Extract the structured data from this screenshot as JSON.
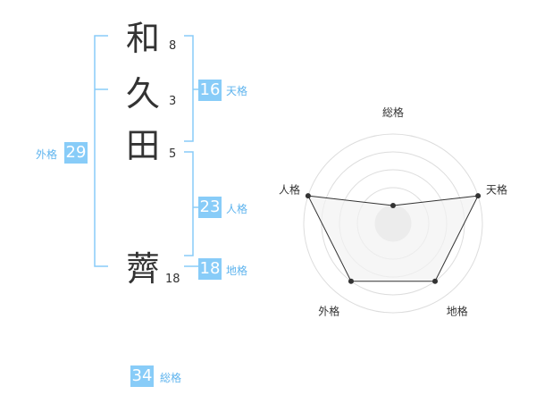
{
  "colors": {
    "accent": "#88ccf8",
    "accent_text": "#5fb4ee",
    "bracket": "#88ccf8",
    "text": "#333333",
    "radar_fill": "#f2f2f2",
    "radar_ring": "#dddddd",
    "radar_line": "#333333"
  },
  "name": {
    "chars": [
      {
        "char": "和",
        "strokes": "8"
      },
      {
        "char": "久",
        "strokes": "3"
      },
      {
        "char": "田",
        "strokes": "5"
      },
      {
        "char": "薺",
        "strokes": "18"
      }
    ]
  },
  "fortune": {
    "tenkaku": {
      "value": "16",
      "label": "天格"
    },
    "jinkaku": {
      "value": "23",
      "label": "人格"
    },
    "chikaku": {
      "value": "18",
      "label": "地格"
    },
    "gaikaku": {
      "value": "29",
      "label": "外格"
    },
    "soukaku": {
      "value": "34",
      "label": "総格"
    }
  },
  "chart_data": {
    "type": "radar",
    "axes": [
      "総格",
      "天格",
      "地格",
      "外格",
      "人格"
    ],
    "values": [
      1,
      5,
      4,
      4,
      5
    ],
    "max": 5,
    "rings": 5
  }
}
